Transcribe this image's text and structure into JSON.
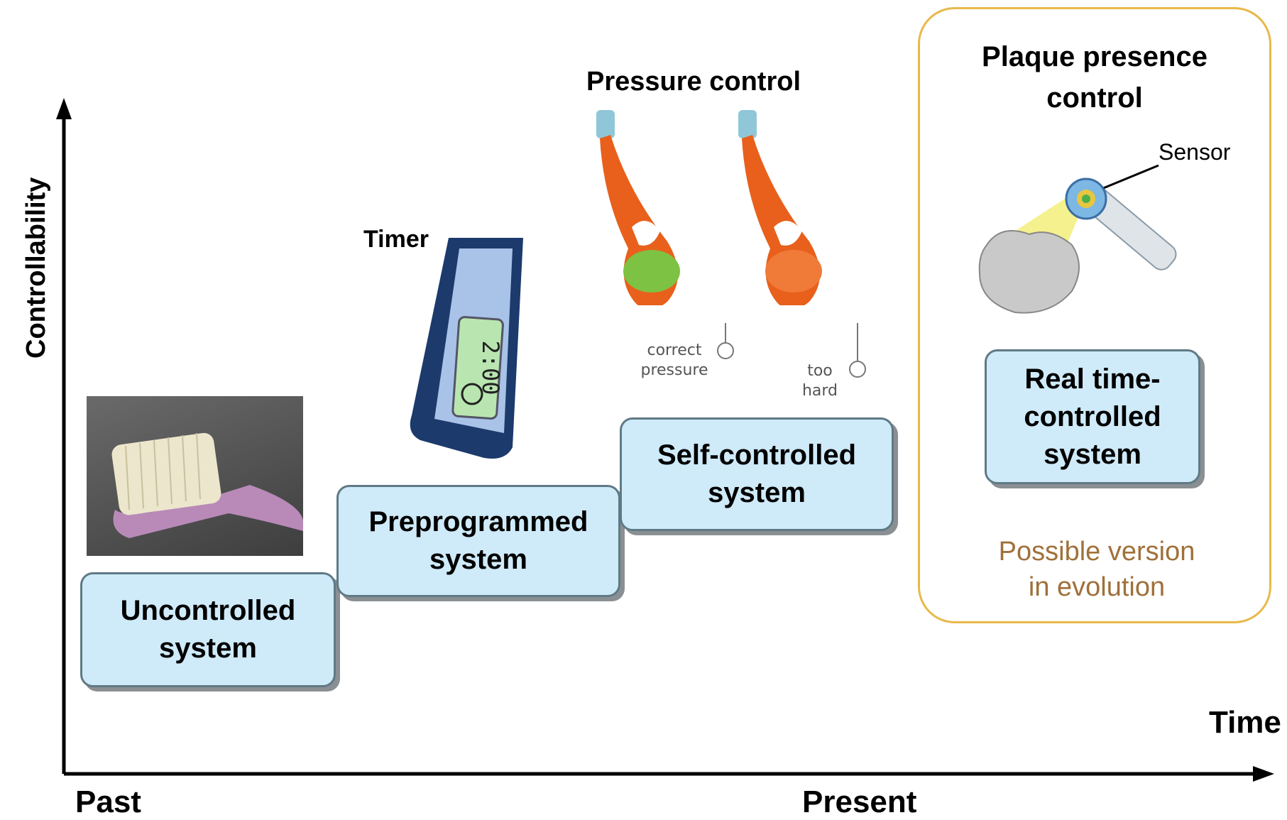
{
  "axes": {
    "y_label": "Controllability",
    "x_label": "Time",
    "x_start": "Past",
    "x_mid": "Present"
  },
  "stages": [
    {
      "label": "Uncontrolled\nsystem"
    },
    {
      "label": "Preprogrammed\nsystem"
    },
    {
      "label": "Self-controlled\nsystem"
    },
    {
      "label": "Real time-\ncontrolled\nsystem"
    }
  ],
  "captions": {
    "timer": "Timer",
    "pressure": "Pressure control",
    "plaque": "Plaque presence\ncontrol",
    "sensor": "Sensor"
  },
  "pressure_labels": {
    "correct": "correct\npressure",
    "too_hard": "too\nhard"
  },
  "timer_display": "2:00",
  "future_note": "Possible version\nin evolution",
  "colors": {
    "stage_fill": "#cfeaf8",
    "future_border": "#e8b94a",
    "future_text": "#a0703a",
    "brush_orange": "#e8601c",
    "indicator_green": "#7dc242"
  }
}
